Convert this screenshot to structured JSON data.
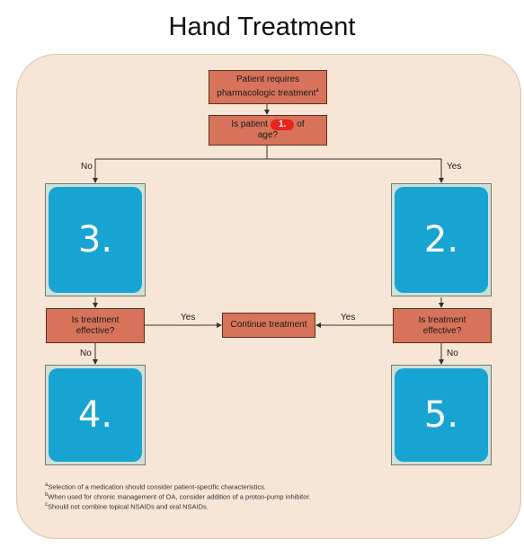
{
  "title": "Hand Treatment",
  "nodes": {
    "start_line1": "Patient requires",
    "start_line2": "pharmacologic treatment",
    "start_sup": "a",
    "age_pre": "Is patient",
    "age_redacted": "1.",
    "age_post": "of",
    "age_line2": "age?",
    "effective_left_line1": "Is treatment",
    "effective_left_line2": "effective?",
    "effective_right_line1": "Is treatment",
    "effective_right_line2": "effective?",
    "continue": "Continue treatment"
  },
  "labels": {
    "no_top": "No",
    "yes_top": "Yes",
    "yes_left": "Yes",
    "yes_right": "Yes",
    "no_left": "No",
    "no_right": "No"
  },
  "placeholders": {
    "box3": "3.",
    "box2": "2.",
    "box4": "4.",
    "box5": "5."
  },
  "footnotes": [
    {
      "mark": "a",
      "text": "Selection of a medication should consider patient-specific characteristics."
    },
    {
      "mark": "b",
      "text": "When used for chronic management of OA, consider addition of a proton-pump inhibitor."
    },
    {
      "mark": "c",
      "text": "Should not combine topical NSAIDs and oral NSAIDs."
    }
  ],
  "colors": {
    "node_fill": "#d7735a",
    "panel_fill": "#f7e6d6",
    "placeholder_fill": "#18a4d2",
    "redaction": "#e8251f"
  }
}
